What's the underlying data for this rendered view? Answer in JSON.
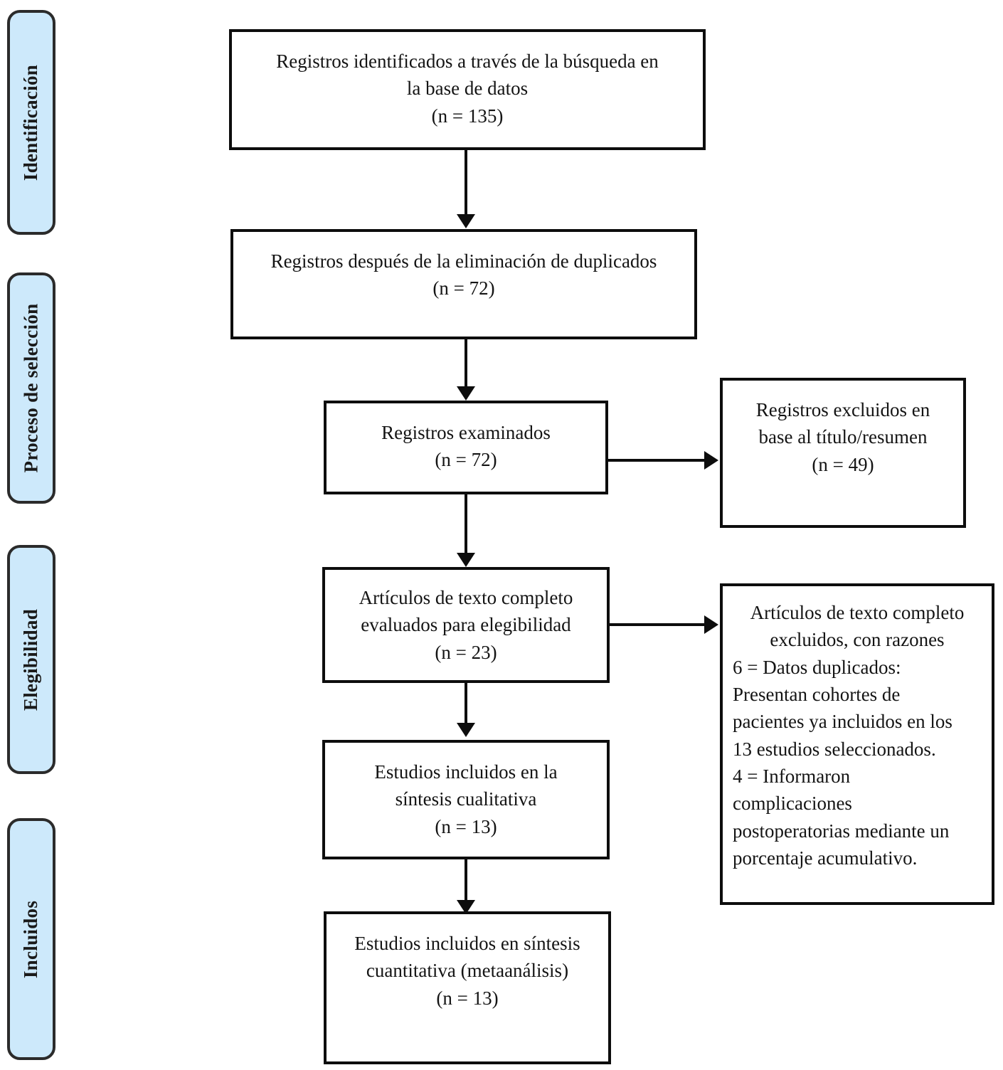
{
  "diagram": {
    "type": "prisma-flow-diagram",
    "language": "es",
    "accent_color": "#cde9fb",
    "line_color": "#0d0d0d",
    "stages": [
      {
        "id": "identificacion",
        "label": "Identificación"
      },
      {
        "id": "proceso-de-seleccion",
        "label": "Proceso de selección"
      },
      {
        "id": "elegibilidad",
        "label": "Elegibilidad"
      },
      {
        "id": "incluidos",
        "label": "Incluidos"
      }
    ],
    "boxes": {
      "records_identified": {
        "text": "Registros identificados a través de la búsqueda en\nla base de datos\n(n = 135)",
        "n": 135
      },
      "records_after_duplicates": {
        "text": "Registros después de la eliminación de duplicados\n(n = 72)",
        "n": 72
      },
      "records_screened": {
        "text": "Registros examinados\n(n = 72)",
        "n": 72
      },
      "records_excluded": {
        "text": "Registros excluidos en\nbase al título/resumen\n(n = 49)",
        "n": 49
      },
      "fulltext_assessed": {
        "text": "Artículos de texto completo\nevaluados para elegibilidad\n(n = 23)",
        "n": 23
      },
      "fulltext_excluded": {
        "heading": "Artículos de texto completo\nexcluidos, con razones",
        "reasons": "6 = Datos duplicados:\nPresentan cohortes de\npacientes ya incluidos en los\n13 estudios seleccionados.\n4 = Informaron\ncomplicaciones\npostoperatorias mediante un\nporcentaje acumulativo."
      },
      "qualitative_synthesis": {
        "text": "Estudios incluidos en la\nsíntesis cualitativa\n(n = 13)",
        "n": 13
      },
      "quantitative_synthesis": {
        "text": "Estudios incluidos en síntesis\ncuantitativa (metaanálisis)\n(n = 13)",
        "n": 13
      }
    }
  }
}
